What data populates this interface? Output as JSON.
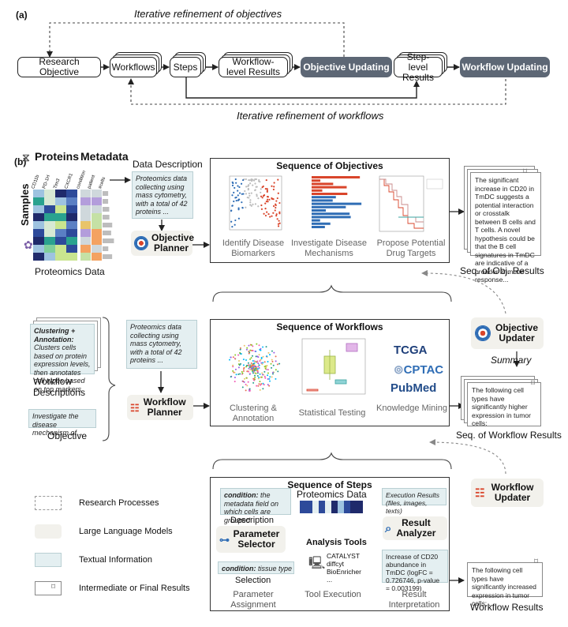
{
  "panel_a": {
    "tag": "(a)",
    "loop_top": "Iterative refinement of objectives",
    "loop_bottom": "Iterative refinement of workflows",
    "research_objective": "Research Objective",
    "workflows": "Workflows",
    "steps": "Steps",
    "workflow_level_results": "Workflow-level Results",
    "objective_updating": "Objective Updating",
    "step_level_results": "Step-level Results",
    "workflow_updating": "Workflow Updating"
  },
  "panel_b": {
    "tag": "(b)",
    "data_section": {
      "proteins_title": "Proteins",
      "metadata_title": "Metadata",
      "samples_label": "Samples",
      "protein_columns": [
        "CD11b",
        "PD-1H",
        "Tim3",
        "CXCR1"
      ],
      "metadata_columns": [
        "condition",
        "patient",
        "#cells"
      ],
      "caption": "Proteomics Data"
    },
    "data_description_title": "Data Description",
    "data_description_text": "Proteomics data collecting using mass cytometry, with a total of 42 proteins ...",
    "objective_planner": "Objective Planner",
    "objectives_panel": {
      "title": "Sequence of Objectives",
      "items": [
        "Identify Disease Biomarkers",
        "Investigate Disease Mechanisms",
        "Propose Potential Drug Targets"
      ]
    },
    "objective_result_text": "The significant increase in CD20 in TmDC suggests a potential interaction or crosstalk between B cells and T cells. A novel hypothesis could be that the B cell signatures in TmDC are indicative of a broader immune response...",
    "objective_result_caption": "Seq. of Obj. Results",
    "objective_updater": "Objective Updater",
    "summary_label": "Summary",
    "workflow_descriptions_note_bold": "Clustering + Annotation:",
    "workflow_descriptions_note": "Clusters cells based on protein expression levels, then annotates cell types based on top markers",
    "workflow_descriptions_caption": "Workflow Descriptions",
    "objective_note": "Investigate the disease mechanism of ...",
    "objective_caption": "Objective",
    "workflow_input_text": "Proteomics data collecting using mass cytometry, with a total of 42 proteins ...",
    "workflow_planner": "Workflow Planner",
    "workflows_panel": {
      "title": "Sequence of Workflows",
      "items": [
        "Clustering & Annotation",
        "Statistical Testing",
        "Knowledge Mining"
      ],
      "logos": [
        "TCGA",
        "CPTAC",
        "PubMed"
      ]
    },
    "workflow_seq_result_text": "The following cell types have significantly higher expression in tumor cells:",
    "workflow_seq_result_caption": "Seq. of Workflow Results",
    "steps_panel": {
      "title": "Sequence of Steps",
      "condition_note_bold": "condition:",
      "condition_note": "the metadata field on which cells are grouped",
      "description_label": "Description",
      "parameter_selector": "Parameter Selector",
      "condition_value_bold": "condition:",
      "condition_value": "tissue type",
      "selection_label": "Selection",
      "proteomics_data": "Proteomics Data",
      "analysis_tools": "Analysis Tools",
      "tools": [
        "CATALYST",
        "diffcyt",
        "BioEnricher",
        "..."
      ],
      "execution_results": "Execution Results (files, images, texts)",
      "result_analyzer": "Result Analyzer",
      "interpretation": "Increase of CD20 abundance in TmDC (logFC = 0.726746, p-value = 0.003199)",
      "stages": [
        "Parameter Assignment",
        "Tool Execution",
        "Result Interpretation"
      ]
    },
    "workflow_updater": "Workflow Updater",
    "workflow_result_text": "The following cell types have significantly increased expression in tumor cells: ...",
    "workflow_result_caption": "Workflow Results",
    "legend": [
      "Research Processes",
      "Large Language Models",
      "Textual Information",
      "Intermediate or Final Results"
    ]
  },
  "colors": {
    "dark_box": "#5d6775",
    "note_fill": "#e4eff1",
    "agent_fill": "#f2f1ec",
    "accent_red": "#d9452b",
    "accent_blue": "#2f6db5"
  }
}
